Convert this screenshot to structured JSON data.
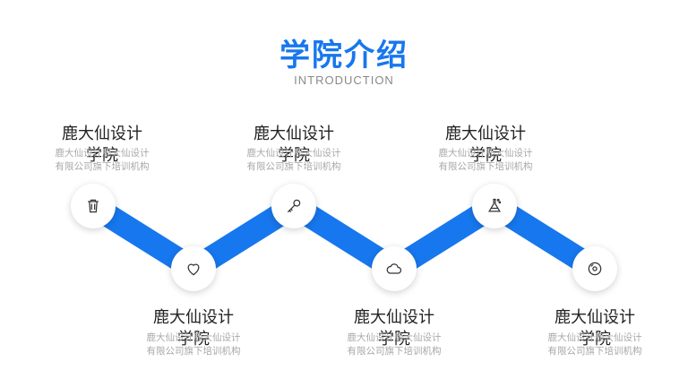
{
  "header": {
    "title": "学院介绍",
    "subtitle": "INTRODUCTION"
  },
  "colors": {
    "accent": "#1777ee",
    "text": "#222222",
    "muted": "#a8a8a8"
  },
  "items": [
    {
      "title_line1": "鹿大仙设计",
      "title_line2": "学院",
      "desc_line1": "鹿大仙设计鹿大仙设计",
      "desc_line2": "有限公司旗下培训机构",
      "icon": "trash-icon"
    },
    {
      "title_line1": "鹿大仙设计",
      "title_line2": "学院",
      "desc_line1": "鹿大仙设计鹿大仙设计",
      "desc_line2": "有限公司旗下培训机构",
      "icon": "heart-icon"
    },
    {
      "title_line1": "鹿大仙设计",
      "title_line2": "学院",
      "desc_line1": "鹿大仙设计鹿大仙设计",
      "desc_line2": "有限公司旗下培训机构",
      "icon": "key-icon"
    },
    {
      "title_line1": "鹿大仙设计",
      "title_line2": "学院",
      "desc_line1": "鹿大仙设计鹿大仙设计",
      "desc_line2": "有限公司旗下培训机构",
      "icon": "cloud-icon"
    },
    {
      "title_line1": "鹿大仙设计",
      "title_line2": "学院",
      "desc_line1": "鹿大仙设计鹿大仙设计",
      "desc_line2": "有限公司旗下培训机构",
      "icon": "flask-icon"
    },
    {
      "title_line1": "鹿大仙设计",
      "title_line2": "学院",
      "desc_line1": "鹿大仙设计鹿大仙设计",
      "desc_line2": "有限公司旗下培训机构",
      "icon": "disc-icon"
    }
  ]
}
